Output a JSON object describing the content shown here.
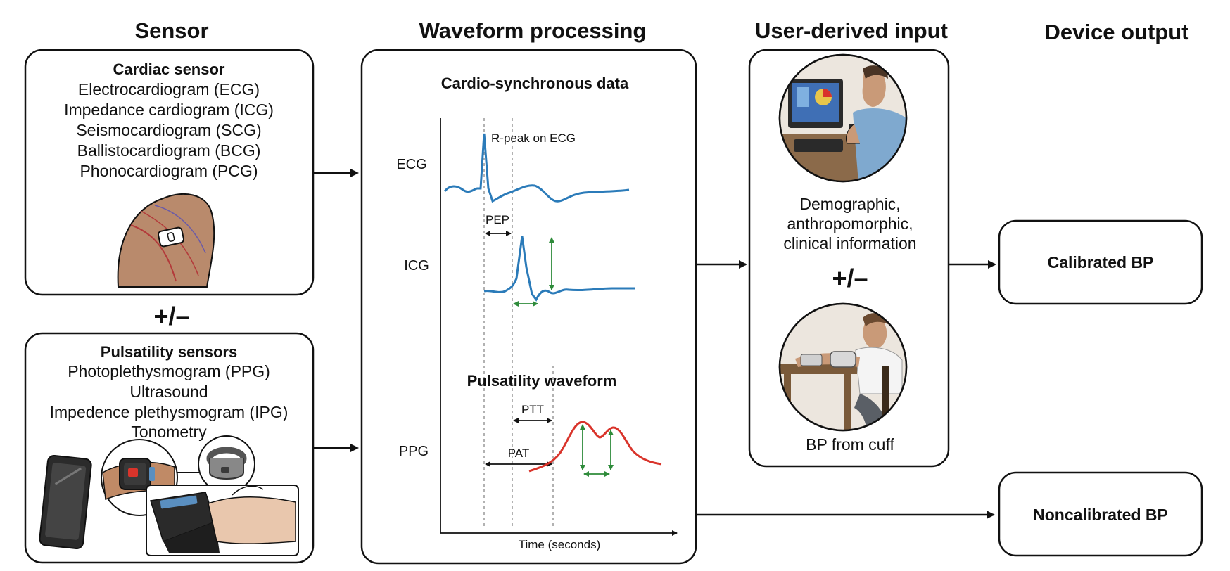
{
  "headers": {
    "sensor": "Sensor",
    "processing": "Waveform processing",
    "user": "User-derived input",
    "output": "Device output"
  },
  "cardiac": {
    "title": "Cardiac sensor",
    "items": [
      "Electrocardiogram (ECG)",
      "Impedance cardiogram (ICG)",
      "Seismocardiogram (SCG)",
      "Ballistocardiogram (BCG)",
      "Phonocardiogram (PCG)"
    ]
  },
  "plusminus": "+/–",
  "pulsatility": {
    "title": "Pulsatility sensors",
    "items": [
      "Photoplethysmogram (PPG)",
      "Ultrasound",
      "Impedence plethysmogram (IPG)",
      "Tonometry"
    ]
  },
  "processing": {
    "cardio_title": "Cardio-synchronous data",
    "ecg_label": "ECG",
    "icg_label": "ICG",
    "ppg_label": "PPG",
    "rpeak": "R-peak on ECG",
    "pep": "PEP",
    "pulsatility_title": "Pulsatility waveform",
    "ptt": "PTT",
    "pat": "PAT",
    "time_axis": "Time (seconds)"
  },
  "user_input": {
    "demo_lines": [
      "Demographic,",
      "anthropomorphic,",
      "clinical information"
    ],
    "plusminus": "+/–",
    "cuff": "BP from cuff"
  },
  "outputs": {
    "calibrated": "Calibrated BP",
    "noncalibrated": "Noncalibrated BP"
  },
  "colors": {
    "ecg_wave": "#2b7bb9",
    "ppg_wave": "#d9342b",
    "arrow_green": "#2e8b3a"
  }
}
